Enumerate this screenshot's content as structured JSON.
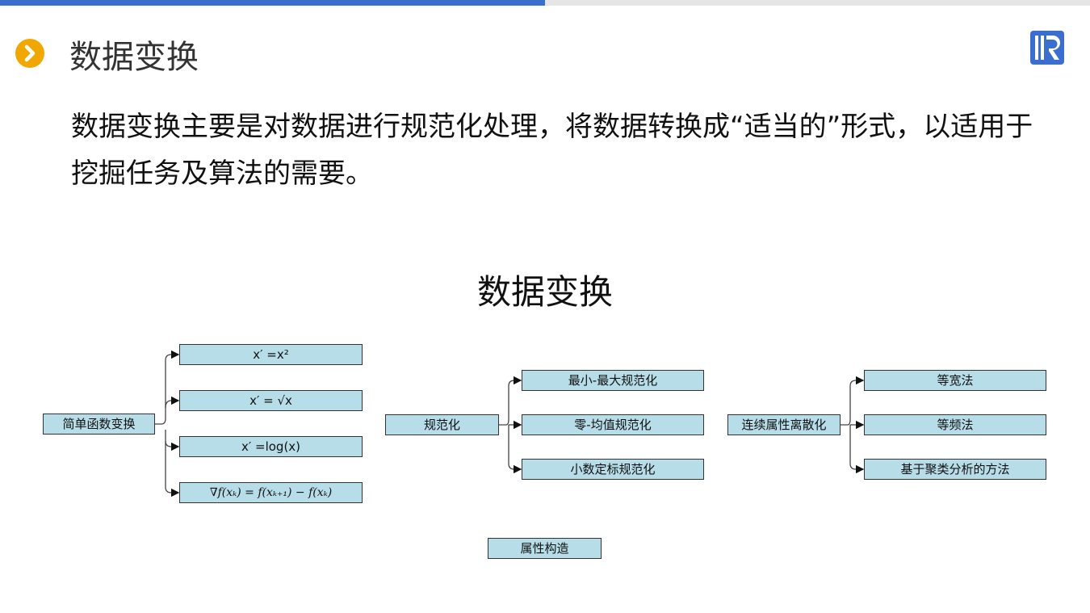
{
  "progress_fraction": 0.5,
  "header": {
    "title": "数据变换",
    "bullet_icon": "chevron-right-icon",
    "logo": "R"
  },
  "description": "数据变换主要是对数据进行规范化处理，将数据转换成“适当的”形式，以适用于挖掘任务及算法的需要。",
  "diagram": {
    "title": "数据变换",
    "simple": {
      "root": "简单函数变换",
      "children": [
        "x′ =x²",
        "x′ = √x",
        "x′ =log(x)",
        "∇f(xₖ) = f(xₖ₊₁) − f(xₖ)"
      ]
    },
    "normalize": {
      "root": "规范化",
      "children": [
        "最小-最大规范化",
        "零-均值规范化",
        "小数定标规范化"
      ]
    },
    "discretize": {
      "root": "连续属性离散化",
      "children": [
        "等宽法",
        "等频法",
        "基于聚类分析的方法"
      ]
    },
    "construct": "属性构造"
  },
  "colors": {
    "accent": "#3a6fcf",
    "bullet": "#f0a800",
    "box": "#b7dde8"
  }
}
